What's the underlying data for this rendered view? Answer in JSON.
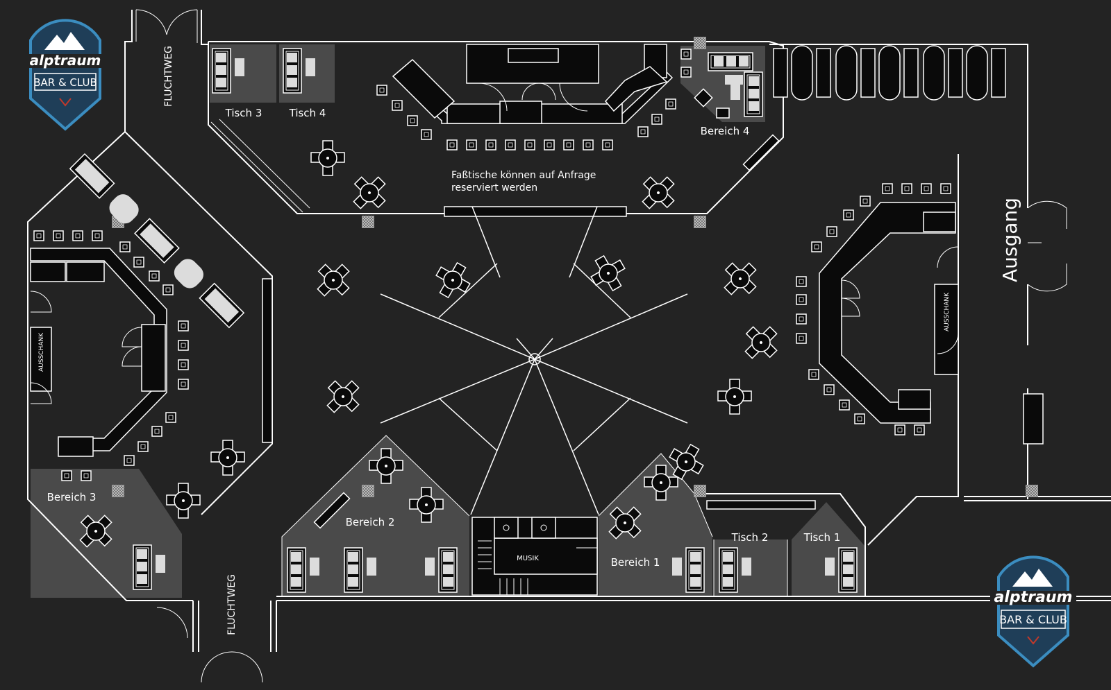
{
  "brand": {
    "logo_script": "alptraum",
    "logo_banner": "BAR & CLUB"
  },
  "labels": {
    "tisch_1": "Tisch 1",
    "tisch_2": "Tisch 2",
    "tisch_3": "Tisch 3",
    "tisch_4": "Tisch 4",
    "bereich_1": "Bereich 1",
    "bereich_2": "Bereich 2",
    "bereich_3": "Bereich 3",
    "bereich_4": "Bereich 4",
    "fluchtweg_top": "FLUCHTWEG",
    "fluchtweg_bottom": "FLUCHTWEG",
    "ausgang": "Ausgang",
    "ausschank_left": "AUSSCHANK",
    "ausschank_right": "AUSSCHANK",
    "musik": "MUSIK"
  },
  "notice": {
    "line1": "Faßtische können auf Anfrage",
    "line2": "reserviert werden",
    "color": "#e6ec8a"
  },
  "colors": {
    "background": "#232323",
    "zone": "#4a4a4a",
    "line": "#ffffff",
    "logo_ring": "#3b8dc0",
    "logo_navy": "#1f3e58"
  }
}
